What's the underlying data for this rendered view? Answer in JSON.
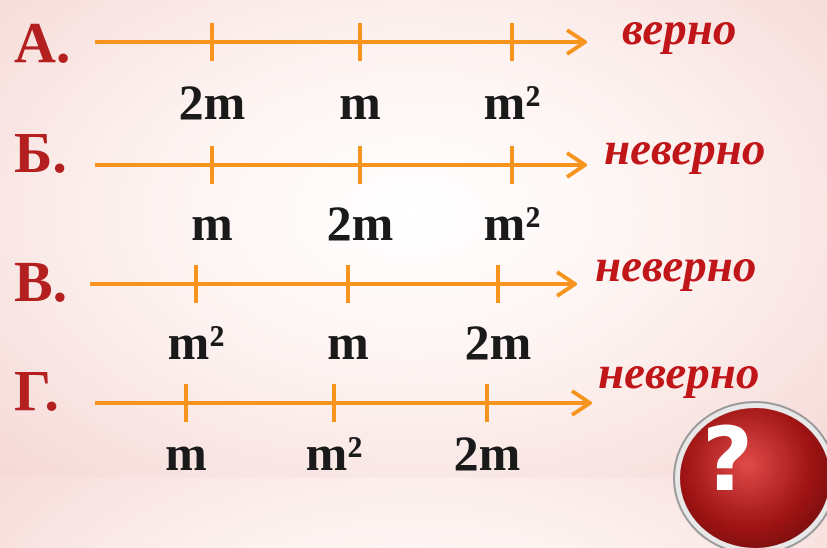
{
  "rows": [
    {
      "label": "А.",
      "ticks": [
        "2m",
        "m",
        "m²"
      ],
      "answer": "верно"
    },
    {
      "label": "Б.",
      "ticks": [
        "m",
        "2m",
        "m²"
      ],
      "answer": "неверно"
    },
    {
      "label": "В.",
      "ticks": [
        "m²",
        "m",
        "2m"
      ],
      "answer": "неверно"
    },
    {
      "label": "Г.",
      "ticks": [
        "m",
        "m²",
        "2m"
      ],
      "answer": "неверно"
    }
  ],
  "colors": {
    "axis": "#f7941d",
    "row_label": "#b3201f",
    "answer": "#c0161a",
    "tick_label": "#1a1a1a"
  },
  "nav_button": {
    "icon": "back-arrow-icon",
    "glyph": "?"
  }
}
